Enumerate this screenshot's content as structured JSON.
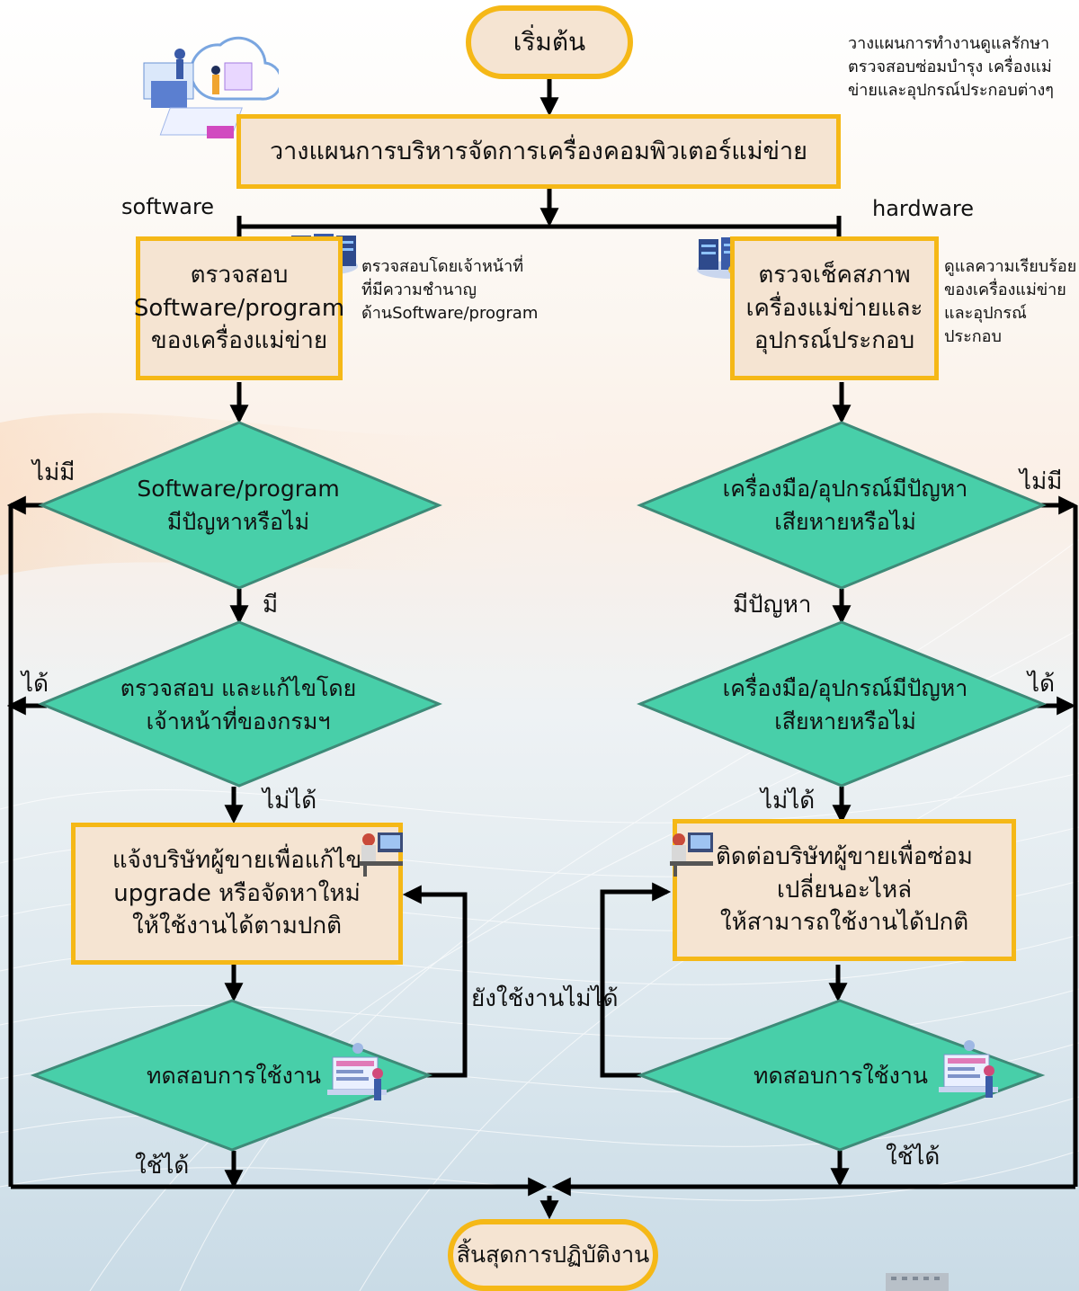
{
  "start": "เริ่มต้น",
  "top_note": "วางแผนการทำงานดูแลรักษา\nตรวจสอบซ่อมบำรุง เครื่องแม่\nข่ายและอุปกรณ์ประกอบต่างๆ",
  "plan": "วางแผนการบริหารจัดการเครื่องคอมพิวเตอร์แม่ข่าย",
  "branch_software": "software",
  "branch_hardware": "hardware",
  "sw_check": "ตรวจสอบ\nSoftware/program\nของเครื่องแม่ข่าย",
  "sw_note": "ตรวจสอบโดยเจ้าหน้าที่\nที่มีความชำนาญ\nด้านSoftware/program",
  "hw_check": "ตรวจเช็คสภาพ\nเครื่องแม่ข่ายและ\nอุปกรณ์ประกอบ",
  "hw_note": "ดูแลความเรียบร้อย\nของเครื่องแม่ข่าย\nและอุปกรณ์\nประกอบ",
  "sw_decision1": "Software/program\nมีปัญหาหรือไม่",
  "hw_decision1": "เครื่องมือ/อุปกรณ์มีปัญหา\nเสียหายหรือไม่",
  "label_no_left": "ไม่มี",
  "label_no_right": "ไม่มี",
  "label_yes": "มี",
  "label_problem": "มีปัญหา",
  "sw_decision2": "ตรวจสอบ และแก้ไขโดย\nเจ้าหน้าที่ของกรมฯ",
  "hw_decision2": "เครื่องมือ/อุปกรณ์มีปัญหา\nเสียหายหรือไม่",
  "label_ok_left": "ได้",
  "label_ok_right": "ได้",
  "label_fail_left": "ไม่ได้",
  "label_fail_right": "ไม่ได้",
  "sw_vendor": "แจ้งบริษัทผู้ขายเพื่อแก้ไข\nupgrade หรือจัดหาใหม่\nให้ใช้งานได้ตามปกติ",
  "hw_vendor": "ติดต่อบริษัทผู้ขายเพื่อซ่อม\nเปลี่ยนอะไหล่\nให้สามารถใช้งานได้ปกติ",
  "label_still_fail": "ยังใช้งานไม่ได้",
  "sw_test": "ทดสอบการใช้งาน",
  "hw_test": "ทดสอบการใช้งาน",
  "label_usable_left": "ใช้ได้",
  "label_usable_right": "ใช้ได้",
  "end": "สิ้นสุดการปฏิบัติงาน",
  "colors": {
    "box_fill": "#f5e4d2",
    "box_border": "#f5b817",
    "diamond_fill": "#48cfa9",
    "diamond_border": "#3e8a78",
    "line": "#000000"
  }
}
